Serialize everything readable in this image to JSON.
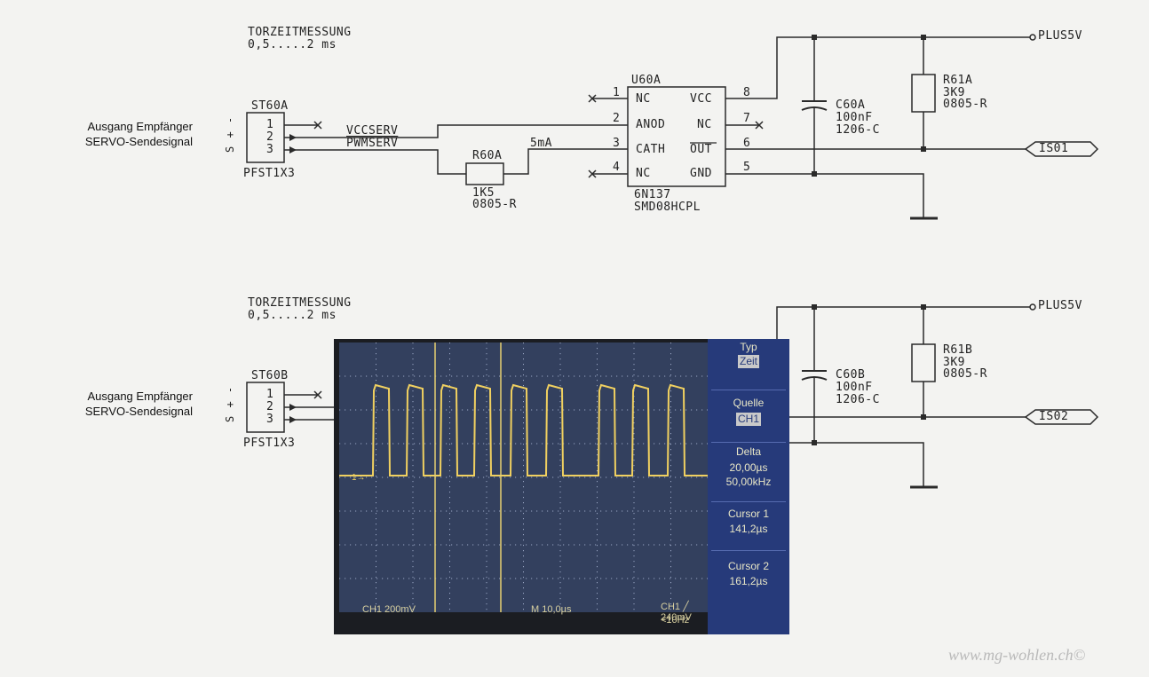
{
  "top": {
    "gate_title": "TORZEITMESSUNG",
    "gate_range": "0,5.....2 ms",
    "input_label": "Ausgang Empfänger",
    "input_sublabel": "SERVO-Sendesignal",
    "pin_marks": "S + -",
    "connector_ref": "ST60A",
    "connector_pins": [
      "1",
      "2",
      "3"
    ],
    "connector_type": "PFST1X3",
    "net_vcc": "VCCSERV",
    "net_pwm": "PWMSERV",
    "resistor_ref": "R60A",
    "resistor_value": "1K5",
    "resistor_pkg": "0805-R",
    "current_note": "5mA",
    "ic_ref": "U60A",
    "ic_left_pins": [
      "NC",
      "ANOD",
      "CATH",
      "NC"
    ],
    "ic_left_nums": [
      "1",
      "2",
      "3",
      "4"
    ],
    "ic_right_pins": [
      "VCC",
      "NC",
      "OUT",
      "GND"
    ],
    "ic_right_nums": [
      "8",
      "7",
      "6",
      "5"
    ],
    "ic_part": "6N137",
    "ic_pkg": "SMD08HCPL",
    "cap_ref": "C60A",
    "cap_value": "100nF",
    "cap_pkg": "1206-C",
    "pullup_ref": "R61A",
    "pullup_value": "3K9",
    "pullup_pkg": "0805-R",
    "supply": "PLUS5V",
    "output_net": "IS01"
  },
  "bottom": {
    "gate_title": "TORZEITMESSUNG",
    "gate_range": "0,5.....2 ms",
    "input_label": "Ausgang Empfänger",
    "input_sublabel": "SERVO-Sendesignal",
    "pin_marks": "S + -",
    "connector_ref": "ST60B",
    "connector_pins": [
      "1",
      "2",
      "3"
    ],
    "connector_type": "PFST1X3",
    "cap_ref": "C60B",
    "cap_value": "100nF",
    "cap_pkg": "1206-C",
    "pullup_ref": "R61B",
    "pullup_value": "3K9",
    "pullup_pkg": "0805-R",
    "supply": "PLUS5V",
    "output_net": "IS02"
  },
  "scope": {
    "menu": {
      "typ_label": "Typ",
      "typ_value": "Zeit",
      "source_label": "Quelle",
      "source_value": "CH1",
      "delta_label": "Delta",
      "delta_time": "20,00µs",
      "delta_freq": "50,00kHz",
      "cursor1_label": "Cursor 1",
      "cursor1_value": "141,2µs",
      "cursor2_label": "Cursor 2",
      "cursor2_value": "161,2µs"
    },
    "status": {
      "ch1_scale": "CH1 200mV",
      "timebase": "M 10,0µs",
      "trigger": "CH1 ╱ 240mV",
      "trigger_freq": "<10Hz"
    },
    "ground_marker": "1→",
    "trace_color": "#f0d060",
    "cursor_color": "#e8d070"
  },
  "watermark": "www.mg-wohlen.ch©"
}
